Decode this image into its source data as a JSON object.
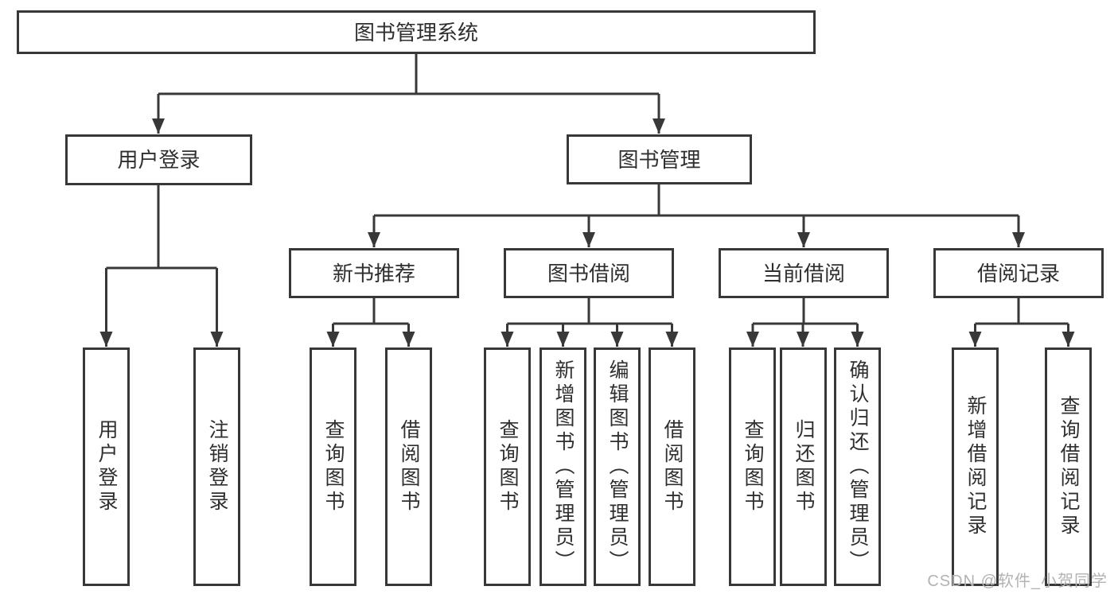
{
  "tree": {
    "root": {
      "label": "图书管理系统"
    },
    "branches": [
      {
        "label": "用户登录",
        "children": [
          {
            "label": "用户登录"
          },
          {
            "label": "注销登录"
          }
        ]
      },
      {
        "label": "图书管理",
        "children": [
          {
            "label": "新书推荐",
            "children": [
              {
                "label": "查询图书"
              },
              {
                "label": "借阅图书"
              }
            ]
          },
          {
            "label": "图书借阅",
            "children": [
              {
                "label": "查询图书"
              },
              {
                "label": "新增图书（管理员）"
              },
              {
                "label": "编辑图书（管理员）"
              },
              {
                "label": "借阅图书"
              }
            ]
          },
          {
            "label": "当前借阅",
            "children": [
              {
                "label": "查询图书"
              },
              {
                "label": "归还图书"
              },
              {
                "label": "确认归还（管理员）"
              }
            ]
          },
          {
            "label": "借阅记录",
            "children": [
              {
                "label": "新增借阅记录"
              },
              {
                "label": "查询借阅记录"
              }
            ]
          }
        ]
      }
    ]
  },
  "watermark": {
    "text": "CSDN @软件_小贺同学"
  },
  "colors": {
    "line": "#383838",
    "box_border": "#383838",
    "box_background": "#ffffff",
    "text": "#2f2f2f",
    "watermark": "#b3b3b3"
  }
}
